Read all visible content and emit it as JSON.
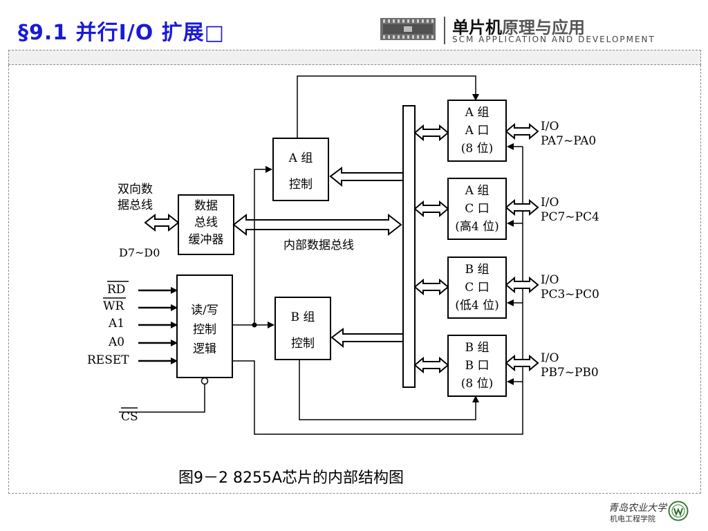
{
  "header": {
    "title": "§9.1  并行I/O 扩展□",
    "brand_main_dark": "单片机",
    "brand_main_light": "原理与应用",
    "brand_sub": "SCM APPLICATION AND DEVELOPMENT"
  },
  "diagram": {
    "left_bus_label_line1": "双向数",
    "left_bus_label_line2": "据总线",
    "data_pins": "D7~D0",
    "buffer": [
      "数据",
      "总线",
      "缓冲器"
    ],
    "rw_logic": [
      "读/写",
      "控制",
      "逻辑"
    ],
    "group_a_ctrl": [
      "A 组",
      "控制"
    ],
    "group_b_ctrl": [
      "B 组",
      "控制"
    ],
    "internal_bus": "内部数据总线",
    "signals": [
      "RD",
      "WR",
      "A1",
      "A0",
      "RESET"
    ],
    "cs": "CS",
    "ports": [
      {
        "lines": [
          "A 组",
          "A 口",
          "(8 位)"
        ],
        "io": "I/O",
        "pins": "PA7~PA0"
      },
      {
        "lines": [
          "A 组",
          "C 口",
          "(高4 位)"
        ],
        "io": "I/O",
        "pins": "PC7~PC4"
      },
      {
        "lines": [
          "B 组",
          "C 口",
          "(低4 位)"
        ],
        "io": "I/O",
        "pins": "PC3~PC0"
      },
      {
        "lines": [
          "B 组",
          "B 口",
          "(8 位)"
        ],
        "io": "I/O",
        "pins": "PB7~PB0"
      }
    ]
  },
  "caption": "图9－2   8255A芯片的内部结构图",
  "footer": {
    "logo_line1": "青岛农业大学",
    "logo_line2": "机电工程学院"
  }
}
